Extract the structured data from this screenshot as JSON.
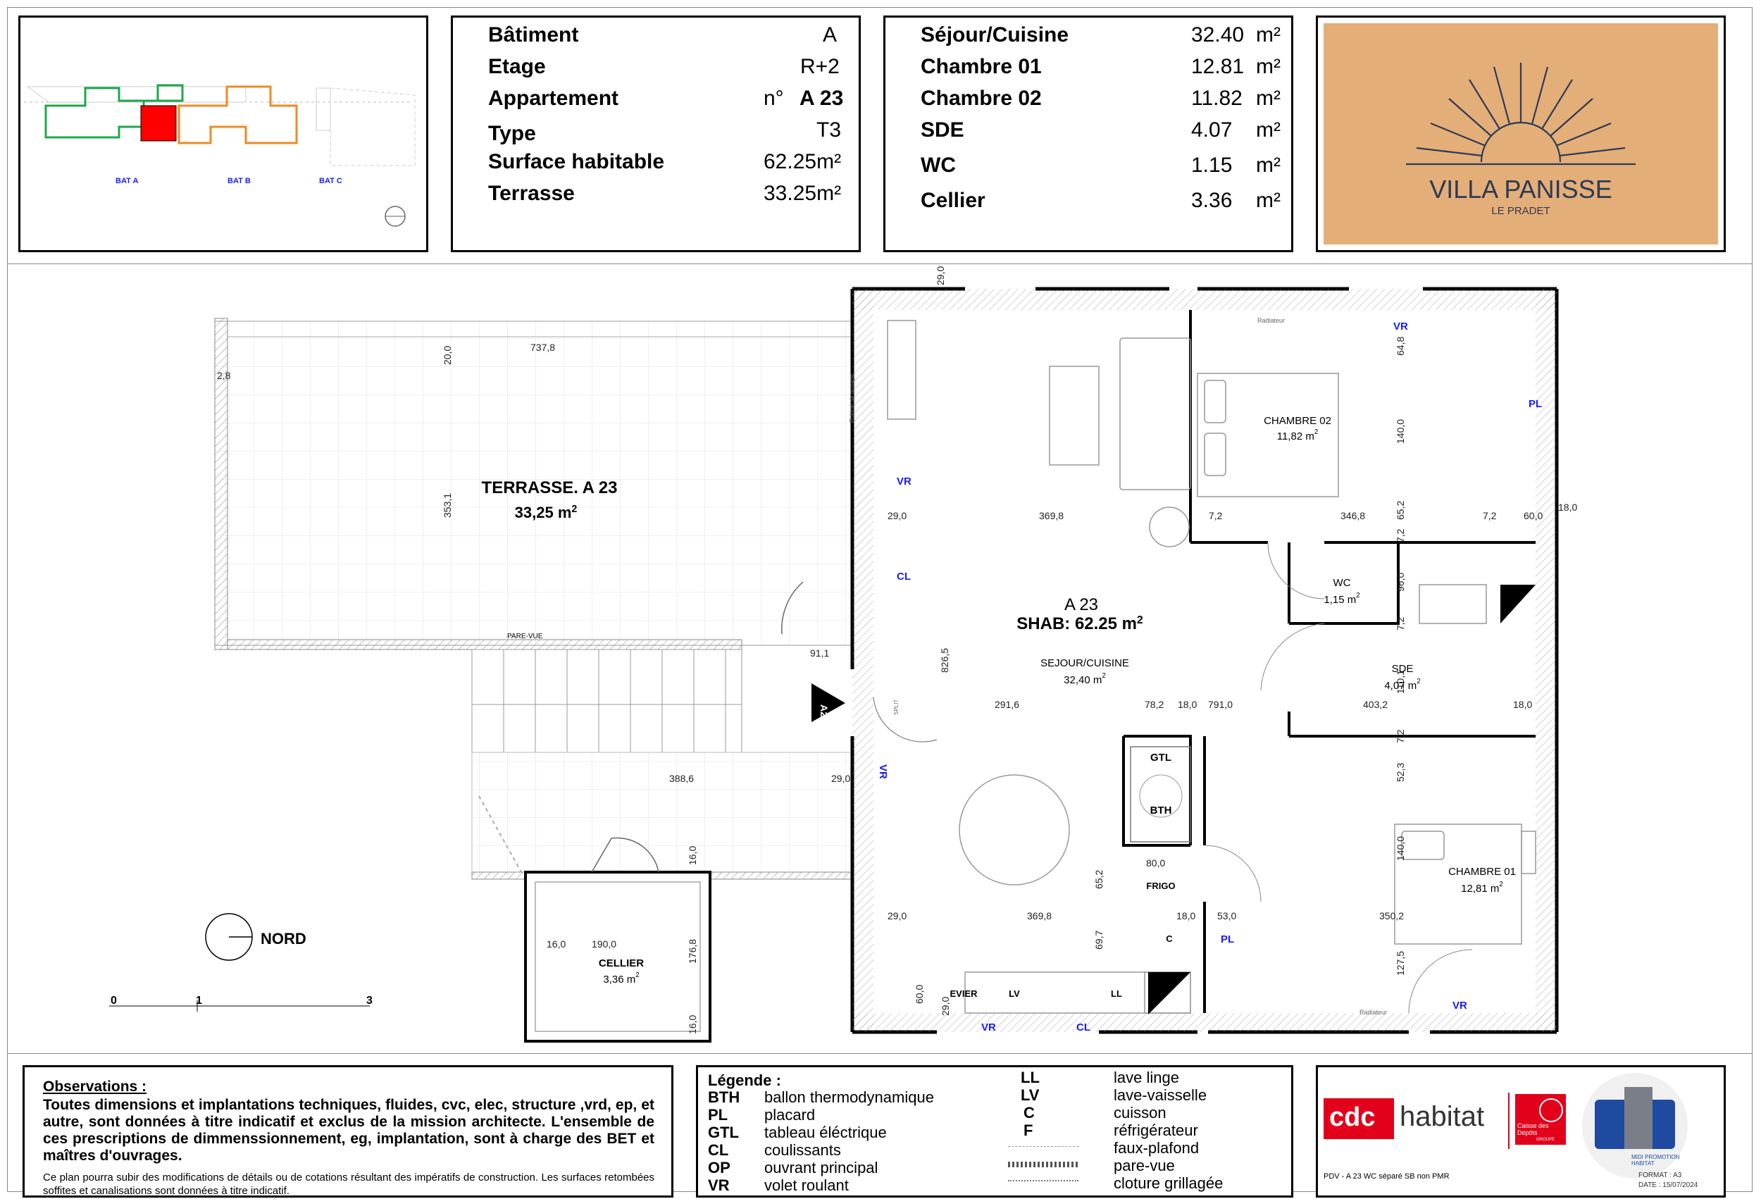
{
  "header": {
    "building": {
      "rows": [
        {
          "label": "Bâtiment",
          "value": "A"
        },
        {
          "label": "Etage",
          "value": "R+2"
        },
        {
          "label": "Appartement",
          "prefix": "n°",
          "value": "A 23"
        },
        {
          "label": "Type",
          "value": "T3"
        },
        {
          "label": "Surface habitable",
          "value": "62.25m²"
        },
        {
          "label": "Terrasse",
          "value": "33.25m²"
        }
      ]
    },
    "areas": {
      "rows": [
        {
          "label": "Séjour/Cuisine",
          "value": "32.40",
          "unit": "m²"
        },
        {
          "label": "Chambre 01",
          "value": "12.81",
          "unit": "m²"
        },
        {
          "label": "Chambre 02",
          "value": "11.82",
          "unit": "m²"
        },
        {
          "label": "SDE",
          "value": "4.07",
          "unit": "m²"
        },
        {
          "label": "WC",
          "value": "1.15",
          "unit": "m²"
        },
        {
          "label": "Cellier",
          "value": "3.36",
          "unit": "m²"
        }
      ]
    },
    "key_plan": {
      "labels": [
        "BAT A",
        "BAT B",
        "BAT C"
      ]
    },
    "brand": {
      "name": "VILLA PANISSE",
      "place": "LE PRADET",
      "bg_color": "#E4AE78",
      "ink_color": "#2C3A56"
    }
  },
  "plan": {
    "terrace_title": "TERRASSE. A 23",
    "terrace_area": "33,25 m",
    "apartment_title": "A 23",
    "shab": "SHAB: 62.25 m",
    "living_name": "SEJOUR/CUISINE",
    "living_area": "32,40 m",
    "bedroom2_name": "CHAMBRE 02",
    "bedroom2_area": "11,82 m",
    "bedroom1_name": "CHAMBRE 01",
    "bedroom1_area": "12,81 m",
    "wc_name": "WC",
    "wc_area": "1,15 m",
    "sde_name": "SDE",
    "sde_area": "4,07 m",
    "cellar_name": "CELLIER",
    "cellar_area": "3,36 m",
    "entry_tag": "A23",
    "north_label": "NORD",
    "pare_vue": "PARE-VUE",
    "radiateur": "Radiateur",
    "robinet": "Robinet de puisage",
    "split": "SPLIT",
    "equipment": {
      "gtl": "GTL",
      "bth": "BTH",
      "frigo": "FRIGO",
      "c": "C",
      "evier": "EVIER",
      "lv": "LV",
      "ll": "LL"
    },
    "closures": {
      "vr": "VR",
      "cl": "CL",
      "pl": "PL"
    },
    "dims": {
      "d29a": "29,0",
      "d28": "2,8",
      "d20": "20,0",
      "d737": "737,8",
      "d353": "353,1",
      "d290b": "29,0",
      "d369a": "369,8",
      "d72a": "7,2",
      "d3468": "346,8",
      "d72b": "7,2",
      "d600": "60,0",
      "d180a": "18,0",
      "d648": "64,8",
      "d1400a": "140,0",
      "d652": "65,2",
      "d72c": "7,2",
      "d960": "96,0",
      "d72d": "7,2",
      "d1101": "110,1",
      "d911": "91,1",
      "d8265": "826,5",
      "d2916": "291,6",
      "d782": "78,2",
      "d180b": "18,0",
      "d7910": "791,0",
      "d4032": "403,2",
      "d180c": "18,0",
      "d523": "52,3",
      "d72e": "7,2",
      "d3886": "388,6",
      "d290c": "29,0",
      "d160a": "16,0",
      "d800": "80,0",
      "d1400b": "140,0",
      "d652b": "65,2",
      "d290d": "29,0",
      "d369b": "369,8",
      "d180d": "18,0",
      "d530": "53,0",
      "d3502": "350,2",
      "d160b": "16,0",
      "d1900": "190,0",
      "d1768": "176,8",
      "d697": "69,7",
      "d1275": "127,5",
      "d600b": "60,0",
      "d290e": "29,0",
      "d160c": "16,0"
    },
    "scale": {
      "s0": "0",
      "s1": "1",
      "s3": "3"
    }
  },
  "footer": {
    "observations_title": "Observations :",
    "observations_body": "Toutes dimensions et implantations techniques, fluides, cvc, elec, structure ,vrd, ep, et autre, sont données à titre indicatif et exclus de la mission architecte. L'ensemble de ces prescriptions de dimmenssionnement, eg, implantation, sont à charge des BET et maîtres d'ouvrages.",
    "observations_small": "Ce plan pourra subir des modifications de détails ou de cotations résultant des impératifs de construction. Les surfaces retombées soffites et canalisations sont données à titre indicatif.",
    "legend_title": "Légende :",
    "legend_left": [
      {
        "abbr": "BTH",
        "text": "ballon thermodynamique"
      },
      {
        "abbr": "PL",
        "text": "placard"
      },
      {
        "abbr": "GTL",
        "text": "tableau éléctrique"
      },
      {
        "abbr": "CL",
        "text": "coulissants"
      },
      {
        "abbr": "OP",
        "text": "ouvrant principal"
      },
      {
        "abbr": "VR",
        "text": "volet roulant"
      }
    ],
    "legend_right": [
      {
        "abbr": "LL",
        "text": "lave linge"
      },
      {
        "abbr": "LV",
        "text": "lave-vaisselle"
      },
      {
        "abbr": "C",
        "text": "cuisson"
      },
      {
        "abbr": "F",
        "text": "réfrigérateur"
      },
      {
        "abbr": "",
        "text": "faux-plafond"
      },
      {
        "abbr": "",
        "text": "pare-vue"
      },
      {
        "abbr": "",
        "text": "cloture grillagée"
      }
    ],
    "cdc_text": "habitat",
    "cdc_mark": "cdc",
    "caisse_text": "Caisse des Dépôts",
    "caisse_sub": "GROUPE",
    "mph_label": "MIDI PROMOTION HABITAT",
    "doc_title": "PDV - A 23 WC séparé SB non PMR",
    "format": "FORMAT : A3",
    "date": "DATE : 15/07/2024"
  }
}
